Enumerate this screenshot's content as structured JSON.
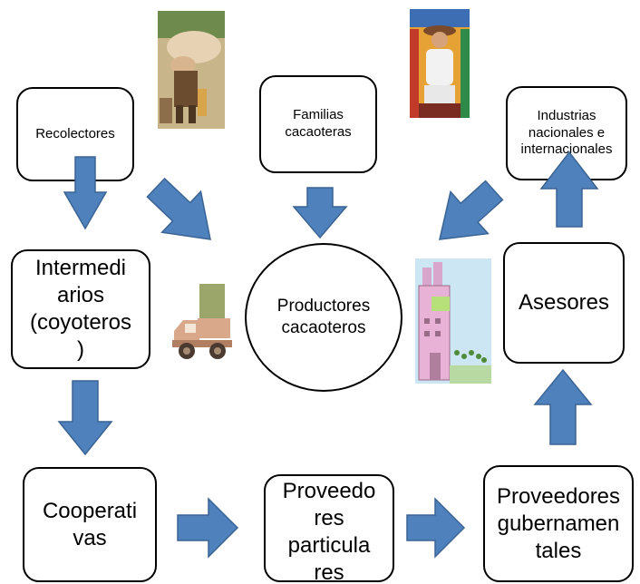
{
  "diagram": {
    "nodes": {
      "recolectores": "Recolectores",
      "familias": "Familias\ncacaoteras",
      "industrias": "Industrias\nnacionales e\ninternacionales",
      "intermediarios": "Intermedi\narios\n(coyoteros\n)",
      "productores": "Productores\ncacaoteros",
      "asesores": "Asesores",
      "cooperativas": "Cooperati\nvas",
      "proveedores_particulares": "Proveedo\nres\nparticula\nres",
      "proveedores_gubernamentales": "Proveedores\ngubernamen\ntales"
    },
    "colors": {
      "arrow_fill": "#4f81bd",
      "arrow_stroke": "#3a6494",
      "node_border": "#000000"
    },
    "images": [
      "worker-carrying-sack-illustration",
      "seated-farmer-illustration",
      "truck-illustration",
      "factory-illustration"
    ]
  }
}
